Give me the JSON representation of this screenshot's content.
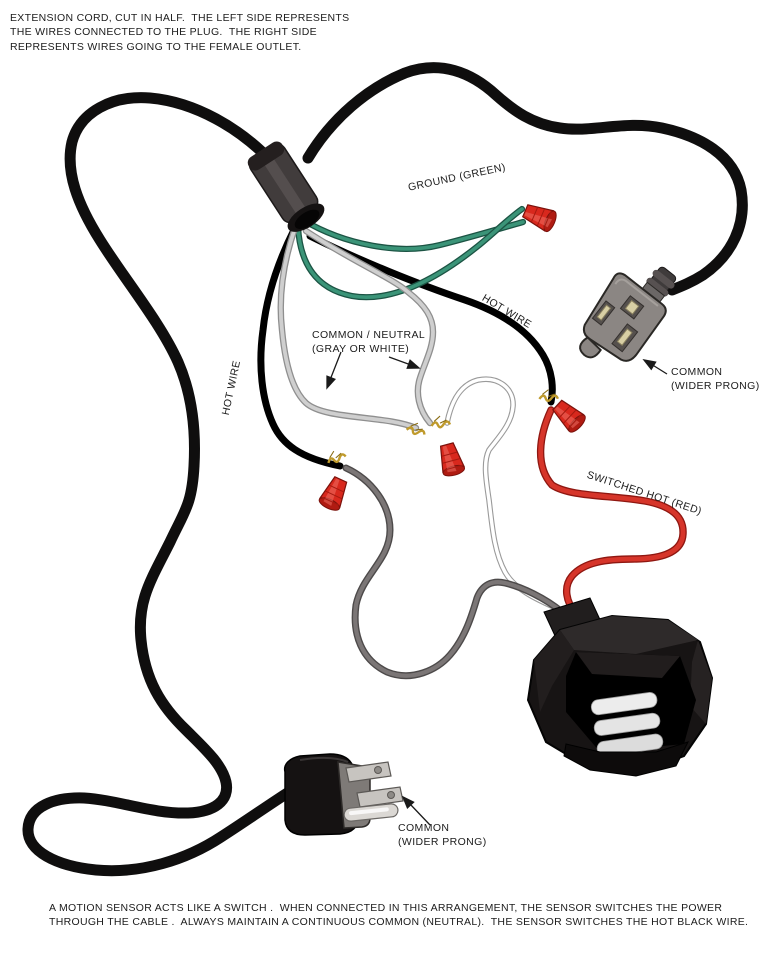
{
  "notes": {
    "top": "EXTENSION CORD, CUT IN HALF.  THE LEFT SIDE REPRESENTS\nTHE WIRES CONNECTED TO THE PLUG.  THE RIGHT SIDE\nREPRESENTS WIRES GOING TO THE FEMALE OUTLET.",
    "bottom": "A MOTION SENSOR ACTS LIKE A SWITCH .  WHEN CONNECTED IN THIS ARRANGEMENT, THE SENSOR SWITCHES THE POWER\nTHROUGH THE CABLE .  ALWAYS MAINTAIN A CONTINUOUS COMMON (NEUTRAL).  THE SENSOR SWITCHES THE HOT BLACK WIRE."
  },
  "labels": {
    "ground": "GROUND (GREEN)",
    "hot_wire_right": "HOT WIRE",
    "common_neutral": "COMMON / NEUTRAL\n(GRAY OR WHITE)",
    "hot_wire_left": "HOT WIRE",
    "common_wider_prong_outlet": "COMMON\n(WIDER PRONG)",
    "switched_hot": "SWITCHED HOT (RED)",
    "common_wider_prong_plug": "COMMON\n(WIDER PRONG)"
  },
  "colors": {
    "background": "#ffffff",
    "text": "#1c1c1c",
    "cord_black": "#0f0e0e",
    "ground_wire_green": "#36856a",
    "common_wire_gray": "#c9c9c9",
    "sensor_wire_white": "#ffffff",
    "sensor_wire_gray": "#7b7676",
    "switched_hot_red": "#d6352a",
    "wire_nut_red": "#d8281d",
    "brass": "#bf9a2c",
    "device_gray": "#8b8683"
  }
}
